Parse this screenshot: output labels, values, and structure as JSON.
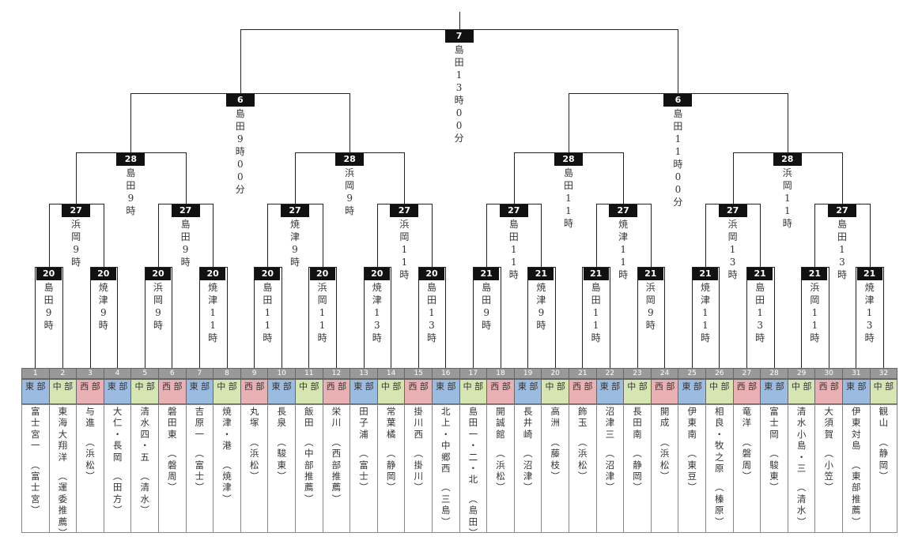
{
  "colors": {
    "east": "#9bbbe0",
    "mid": "#d6e6b2",
    "west": "#eab1b4",
    "badge": "#111111",
    "number_cell": "#999999"
  },
  "regions": {
    "east": "東部",
    "mid": "中部",
    "west": "西部"
  },
  "final": {
    "day": "7",
    "venue_time": "島田13時00分"
  },
  "semifinals": [
    {
      "day": "6",
      "venue_time": "島田9時00分"
    },
    {
      "day": "6",
      "venue_time": "島田11時00分"
    }
  ],
  "quarterfinals": [
    {
      "day": "28",
      "venue_time": "島田9時"
    },
    {
      "day": "28",
      "venue_time": "浜岡9時"
    },
    {
      "day": "28",
      "venue_time": "島田11時"
    },
    {
      "day": "28",
      "venue_time": "浜岡11時"
    }
  ],
  "round3": [
    {
      "day": "27",
      "venue_time": "浜岡9時"
    },
    {
      "day": "27",
      "venue_time": "島田9時"
    },
    {
      "day": "27",
      "venue_time": "焼津9時"
    },
    {
      "day": "27",
      "venue_time": "浜岡11時"
    },
    {
      "day": "27",
      "venue_time": "島田11時"
    },
    {
      "day": "27",
      "venue_time": "焼津11時"
    },
    {
      "day": "27",
      "venue_time": "浜岡13時"
    },
    {
      "day": "27",
      "venue_time": "島田13時"
    }
  ],
  "round1": [
    {
      "day": "20",
      "venue_time": "島田9時"
    },
    {
      "day": "20",
      "venue_time": "焼津9時"
    },
    {
      "day": "20",
      "venue_time": "浜岡9時"
    },
    {
      "day": "20",
      "venue_time": "焼津11時"
    },
    {
      "day": "20",
      "venue_time": "島田11時"
    },
    {
      "day": "20",
      "venue_time": "浜岡11時"
    },
    {
      "day": "20",
      "venue_time": "焼津13時"
    },
    {
      "day": "20",
      "venue_time": "島田13時"
    },
    {
      "day": "21",
      "venue_time": "島田9時"
    },
    {
      "day": "21",
      "venue_time": "焼津9時"
    },
    {
      "day": "21",
      "venue_time": "島田11時"
    },
    {
      "day": "21",
      "venue_time": "浜岡9時"
    },
    {
      "day": "21",
      "venue_time": "焼津11時"
    },
    {
      "day": "21",
      "venue_time": "島田13時"
    },
    {
      "day": "21",
      "venue_time": "浜岡11時"
    },
    {
      "day": "21",
      "venue_time": "焼津13時"
    }
  ],
  "teams": [
    {
      "num": "1",
      "region": "east",
      "name": "富士宮一",
      "area": "富士宮"
    },
    {
      "num": "2",
      "region": "mid",
      "name": "東海大翔洋",
      "area": "運委推薦"
    },
    {
      "num": "3",
      "region": "west",
      "name": "与進",
      "area": "浜松"
    },
    {
      "num": "4",
      "region": "east",
      "name": "大仁・長岡",
      "area": "田方"
    },
    {
      "num": "5",
      "region": "mid",
      "name": "清水四・五",
      "area": "清水"
    },
    {
      "num": "6",
      "region": "west",
      "name": "磐田東",
      "area": "磐周"
    },
    {
      "num": "7",
      "region": "east",
      "name": "吉原一",
      "area": "富士"
    },
    {
      "num": "8",
      "region": "mid",
      "name": "焼津・港",
      "area": "焼津"
    },
    {
      "num": "9",
      "region": "west",
      "name": "丸塚",
      "area": "浜松"
    },
    {
      "num": "10",
      "region": "east",
      "name": "長泉",
      "area": "駿東"
    },
    {
      "num": "11",
      "region": "mid",
      "name": "飯田",
      "area": "中部推薦"
    },
    {
      "num": "12",
      "region": "west",
      "name": "栄川",
      "area": "西部推薦"
    },
    {
      "num": "13",
      "region": "east",
      "name": "田子浦",
      "area": "富士"
    },
    {
      "num": "14",
      "region": "mid",
      "name": "常葉橘",
      "area": "静岡"
    },
    {
      "num": "15",
      "region": "west",
      "name": "掛川西",
      "area": "掛川"
    },
    {
      "num": "16",
      "region": "east",
      "name": "北上・中郷西",
      "area": "三島"
    },
    {
      "num": "17",
      "region": "mid",
      "name": "島田一・二・北",
      "area": "島田"
    },
    {
      "num": "18",
      "region": "west",
      "name": "開誠館",
      "area": "浜松"
    },
    {
      "num": "19",
      "region": "east",
      "name": "長井崎",
      "area": "沼津"
    },
    {
      "num": "20",
      "region": "mid",
      "name": "高洲",
      "area": "藤枝"
    },
    {
      "num": "21",
      "region": "west",
      "name": "飾玉",
      "area": "浜松"
    },
    {
      "num": "22",
      "region": "east",
      "name": "沼津三",
      "area": "沼津"
    },
    {
      "num": "23",
      "region": "mid",
      "name": "長田南",
      "area": "静岡"
    },
    {
      "num": "24",
      "region": "west",
      "name": "開成",
      "area": "浜松"
    },
    {
      "num": "25",
      "region": "east",
      "name": "伊東南",
      "area": "東豆"
    },
    {
      "num": "26",
      "region": "mid",
      "name": "相良・牧之原",
      "area": "榛原"
    },
    {
      "num": "27",
      "region": "west",
      "name": "竜洋",
      "area": "磐周"
    },
    {
      "num": "28",
      "region": "east",
      "name": "富士岡",
      "area": "駿東"
    },
    {
      "num": "29",
      "region": "mid",
      "name": "清水小島・三",
      "area": "清水"
    },
    {
      "num": "30",
      "region": "west",
      "name": "大須賀",
      "area": "小笠"
    },
    {
      "num": "31",
      "region": "east",
      "name": "伊東対島",
      "area": "東部推薦"
    },
    {
      "num": "32",
      "region": "mid",
      "name": "観山",
      "area": "静岡"
    }
  ]
}
